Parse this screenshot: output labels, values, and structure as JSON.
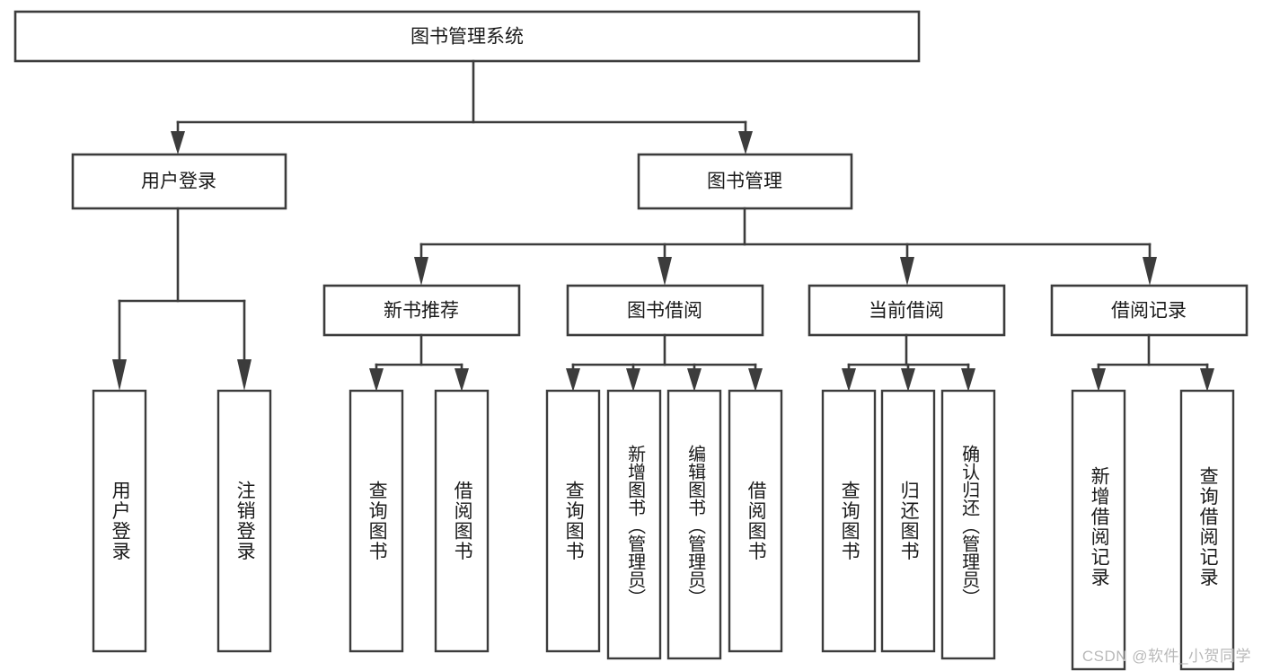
{
  "diagram": {
    "type": "tree",
    "title": "图书管理系统",
    "root": {
      "id": "root",
      "label": "图书管理系统"
    },
    "level2": [
      {
        "id": "user-login",
        "label": "用户登录"
      },
      {
        "id": "book-management",
        "label": "图书管理"
      }
    ],
    "level3": [
      {
        "id": "new-book-recommend",
        "label": "新书推荐",
        "parent": "book-management"
      },
      {
        "id": "book-borrow",
        "label": "图书借阅",
        "parent": "book-management"
      },
      {
        "id": "current-borrow",
        "label": "当前借阅",
        "parent": "book-management"
      },
      {
        "id": "borrow-record",
        "label": "借阅记录",
        "parent": "book-management"
      }
    ],
    "leaves": {
      "user-login": [
        {
          "id": "leaf-user-login",
          "label": "用户登录"
        },
        {
          "id": "leaf-user-logout",
          "label": "注销登录"
        }
      ],
      "new-book-recommend": [
        {
          "id": "leaf-query-book-1",
          "label": "查询图书"
        },
        {
          "id": "leaf-borrow-book-1",
          "label": "借阅图书"
        }
      ],
      "book-borrow": [
        {
          "id": "leaf-query-book-2",
          "label": "查询图书"
        },
        {
          "id": "leaf-add-book",
          "label": "新增图书（管理员）"
        },
        {
          "id": "leaf-edit-book",
          "label": "编辑图书（管理员）"
        },
        {
          "id": "leaf-borrow-book-2",
          "label": "借阅图书"
        }
      ],
      "current-borrow": [
        {
          "id": "leaf-query-book-3",
          "label": "查询图书"
        },
        {
          "id": "leaf-return-book",
          "label": "归还图书"
        },
        {
          "id": "leaf-confirm-return",
          "label": "确认归还（管理员）"
        }
      ],
      "borrow-record": [
        {
          "id": "leaf-add-record",
          "label": "新增借阅记录"
        },
        {
          "id": "leaf-query-record",
          "label": "查询借阅记录"
        }
      ]
    }
  },
  "watermark": {
    "text": "CSDN @软件_小贺同学"
  },
  "colors": {
    "stroke": "#3c3c3c",
    "box_fill": "#ffffff",
    "text": "#1a1a1a",
    "watermark": "#b9b9b9",
    "background": "#ffffff"
  }
}
